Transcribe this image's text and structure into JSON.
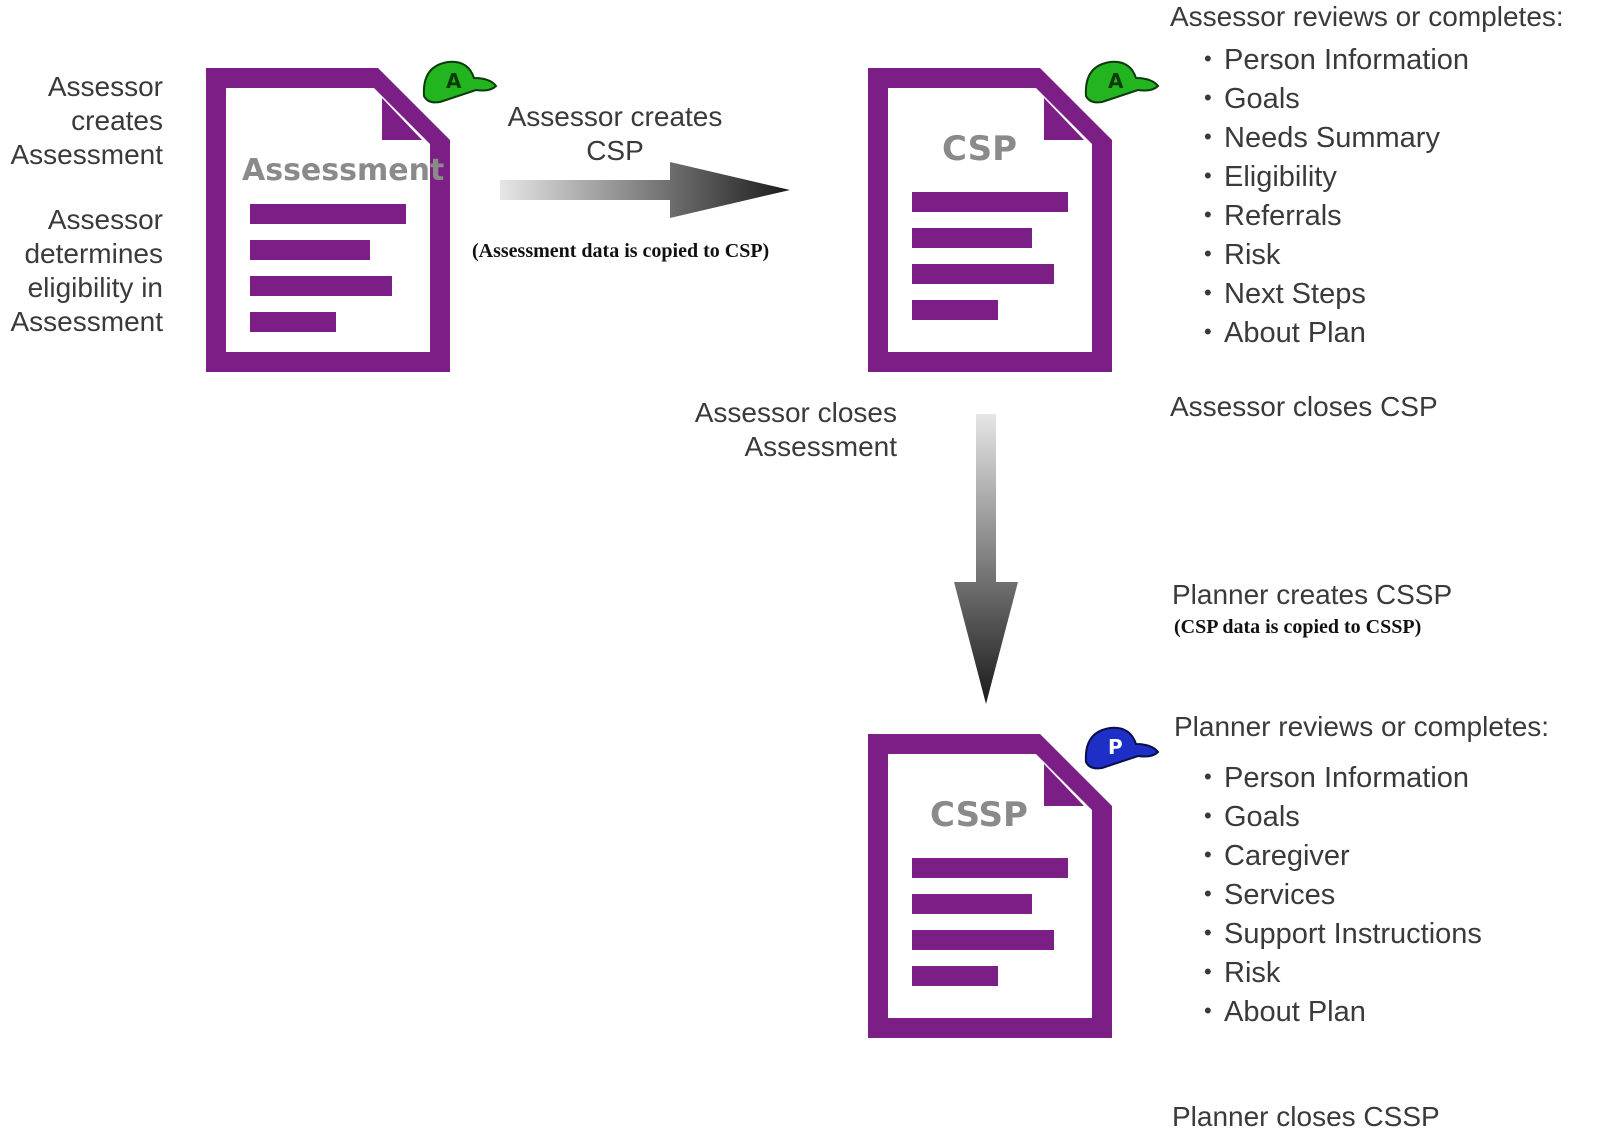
{
  "documents": {
    "assessment": {
      "label": "Assessment",
      "hat_letter": "A",
      "hat_color": "#22b51f"
    },
    "csp": {
      "label": "CSP",
      "hat_letter": "A",
      "hat_color": "#22b51f"
    },
    "cssp": {
      "label": "CSSP",
      "hat_letter": "P",
      "hat_color": "#1d2fc7"
    }
  },
  "colors": {
    "document": "#7b1e86",
    "document_lines": "#7b1e86",
    "arrow_dark": "#1a1a1a",
    "arrow_light": "#e6e6e6"
  },
  "labels": {
    "assessor_creates_assessment": [
      "Assessor",
      "creates",
      "Assessment"
    ],
    "assessor_determines": [
      "Assessor",
      "determines",
      "eligibility in",
      "Assessment"
    ],
    "assessor_creates_csp": [
      "Assessor creates",
      "CSP"
    ],
    "assessment_copied_note": "(Assessment data is copied to CSP)",
    "assessor_reviews_heading": "Assessor reviews or completes:",
    "assessor_closes_assessment": [
      "Assessor closes",
      "Assessment"
    ],
    "assessor_closes_csp": "Assessor closes CSP",
    "planner_creates_cssp": "Planner creates CSSP",
    "csp_copied_note": "(CSP data is copied to CSSP)",
    "planner_reviews_heading": "Planner reviews or completes:",
    "planner_closes_cssp": "Planner closes CSSP"
  },
  "assessor_items": [
    "Person Information",
    "Goals",
    "Needs Summary",
    "Eligibility",
    "Referrals",
    "Risk",
    "Next Steps",
    "About Plan"
  ],
  "planner_items": [
    "Person Information",
    "Goals",
    "Caregiver",
    "Services",
    "Support Instructions",
    "Risk",
    "About Plan"
  ]
}
